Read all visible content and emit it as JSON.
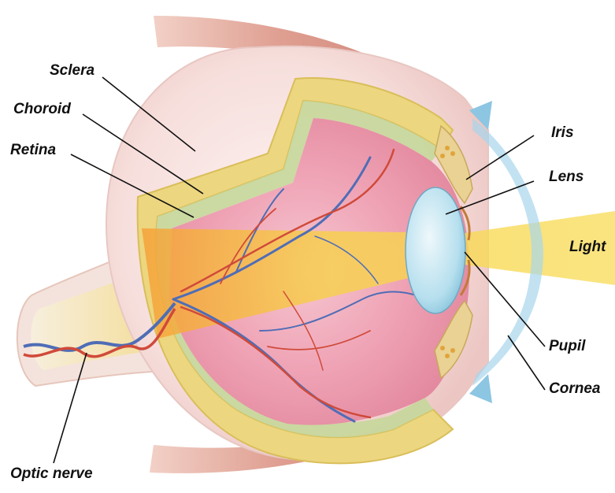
{
  "labels": {
    "sclera": "Sclera",
    "choroid": "Choroid",
    "retina": "Retina",
    "optic_nerve": "Optic nerve",
    "iris": "Iris",
    "lens": "Lens",
    "light": "Light",
    "pupil": "Pupil",
    "cornea": "Cornea"
  },
  "colors": {
    "sclera": "#f9e6e4",
    "choroid": "#e9d67b",
    "retina_interior": "#ec9db1",
    "light_beam": "#f7d83c",
    "lens": "#b9e1ef",
    "cornea": "#a8d6ec",
    "muscle": "#d89b8c",
    "vein": "#4f6db6",
    "artery": "#d04a3a",
    "leader_line": "#111111"
  }
}
